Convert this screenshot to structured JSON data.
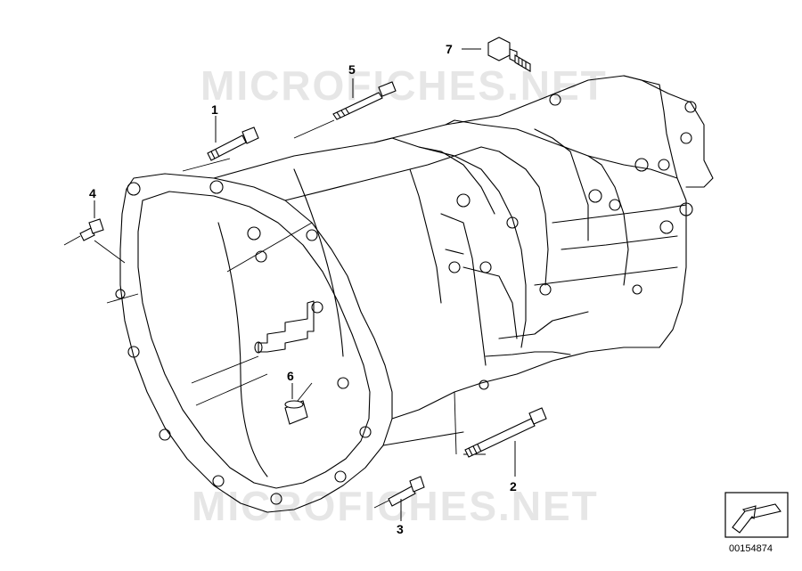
{
  "watermark": {
    "text": "MICROFICHES.NET"
  },
  "diagram": {
    "subject": "gearbox housing with attaching parts",
    "callouts": [
      {
        "id": "1",
        "part": "bolt (upper left)"
      },
      {
        "id": "2",
        "part": "long bolt (lower right)"
      },
      {
        "id": "3",
        "part": "short bolt (bottom)"
      },
      {
        "id": "4",
        "part": "small screw (left)"
      },
      {
        "id": "5",
        "part": "long stud bolt (top)"
      },
      {
        "id": "6",
        "part": "dowel sleeve"
      },
      {
        "id": "7",
        "part": "sensor / switch"
      }
    ]
  },
  "reference_badge": {
    "number": "00154874",
    "icon": "arrow-icon"
  },
  "colors": {
    "line": "#000000",
    "background": "#ffffff",
    "watermark": "#e6e6e6"
  }
}
